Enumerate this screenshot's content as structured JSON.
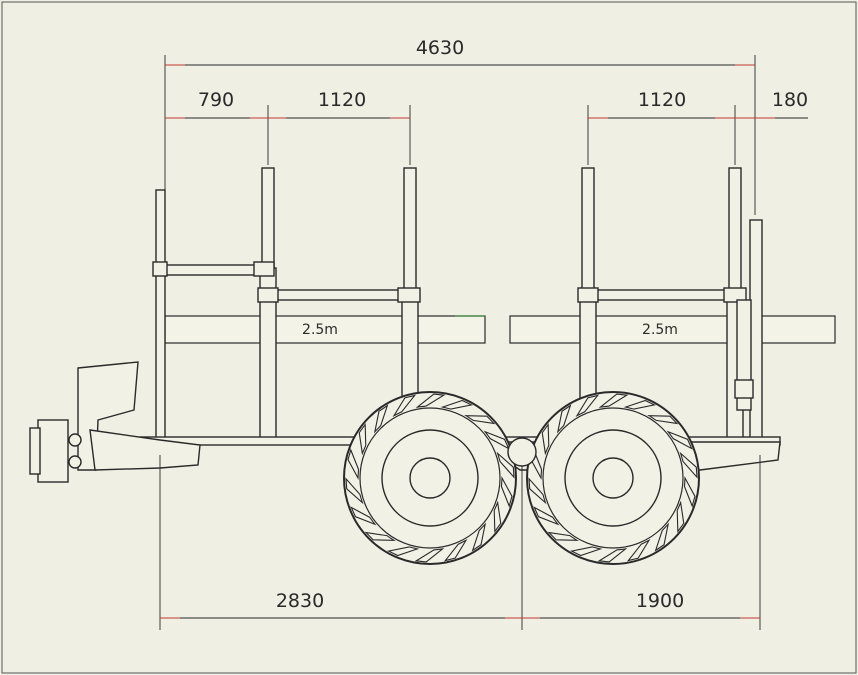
{
  "dimensions": {
    "overall_length": "4630",
    "front_overhang": "790",
    "front_stake_spacing": "1120",
    "rear_stake_spacing": "1120",
    "rear_overhang": "180",
    "front_to_axle": "2830",
    "axle_to_rear": "1900"
  },
  "load_labels": {
    "front_log": "2.5m",
    "rear_log": "2.5m"
  },
  "colors": {
    "line": "#2a2a2a",
    "dimension_tick": "#c0392b",
    "background": "#efefe4"
  }
}
